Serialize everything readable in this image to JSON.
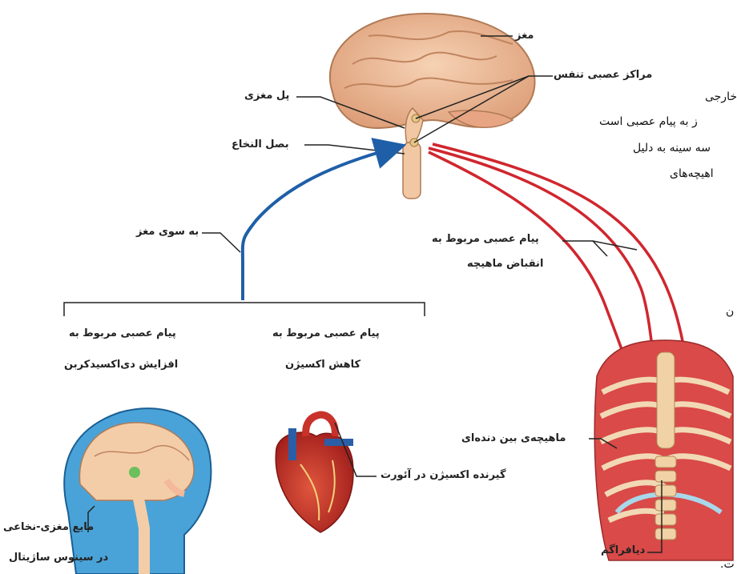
{
  "labels": {
    "brain": "مغز",
    "respiratory_centers": "مراکز عصبی تنفس",
    "pons": "پل مغزی",
    "medulla": "بصل النخاع",
    "to_brain": "به سوی مغز",
    "motor_message_line1": "پیام عصبی مربوط به",
    "motor_message_line2": "انقباض ماهیچه",
    "co2_message_line1": "پیام عصبی مربوط به",
    "co2_message_line2": "افزایش دی‌اکسیدکربن",
    "o2_message_line1": "پیام عصبی مربوط به",
    "o2_message_line2": "کاهش اکسیژن",
    "intercostal_muscle": "ماهیچه‌ی بین دنده‌ای",
    "aorta_receptor": "گیرنده اکسیژن در آئورت",
    "csf_line1": "مایع مغزی-نخاعی",
    "csf_line2": "در سینوس ساژیتال",
    "diaphragm": "دیافراگم"
  },
  "background_text": {
    "line1": "خارجی",
    "line2": "ز به پیام عصبی است",
    "line3": "سه سینه به دلیل",
    "line4": "اهیچه‌های",
    "line5": "ن",
    "line6": "ت."
  },
  "colors": {
    "afferent_arrow": "#1f5fa8",
    "efferent_arrow": "#d0262e",
    "leader_line": "#222222",
    "brain": "#e9b48f",
    "heart": "#c8322b",
    "ribs": "#f2d9b5",
    "muscle": "#d94a48"
  }
}
